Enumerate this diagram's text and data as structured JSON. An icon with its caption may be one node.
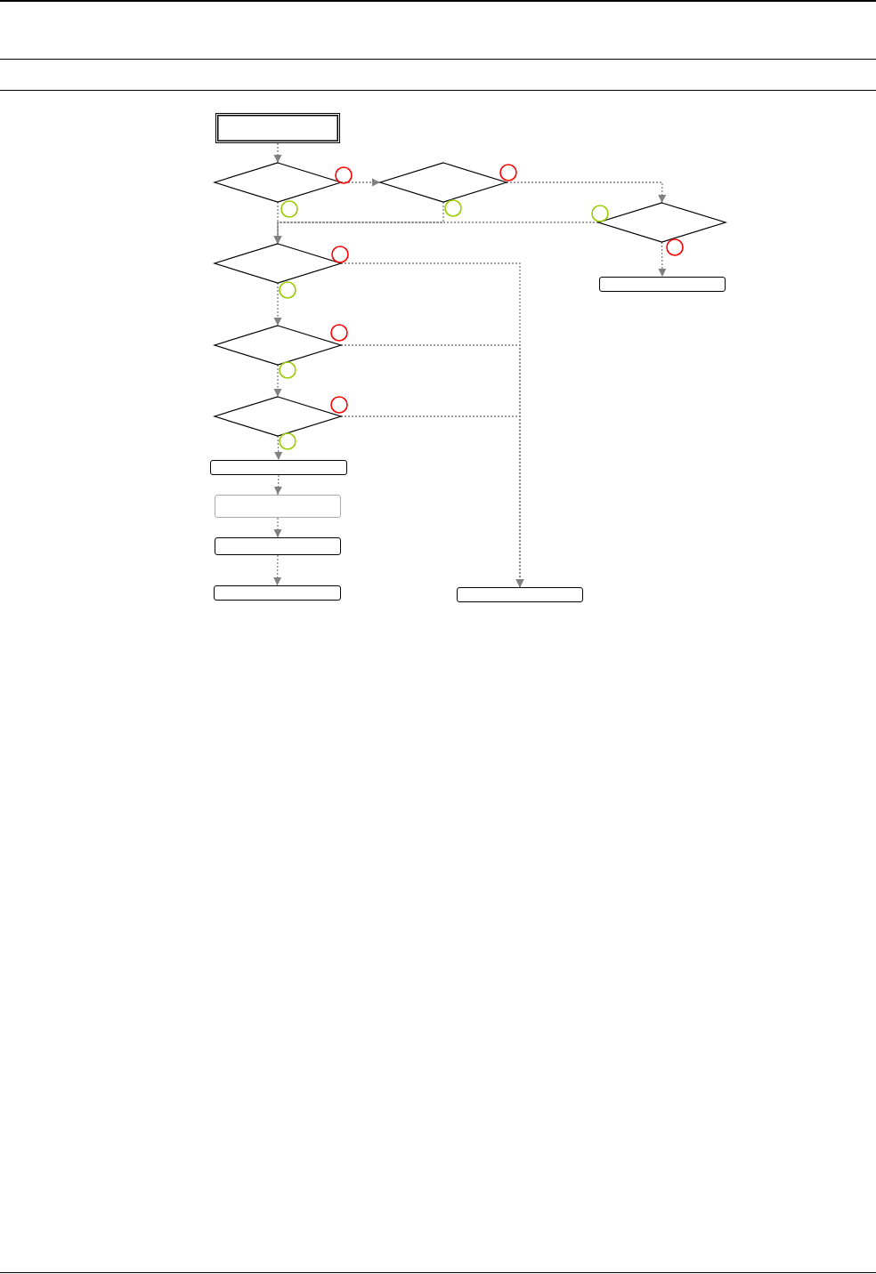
{
  "diagram": {
    "nodes": [
      {
        "text": [],
        "shape": "box"
      },
      {
        "text": [],
        "shape": "diamond"
      },
      {
        "text": [],
        "shape": "diamond"
      },
      {
        "text": [],
        "shape": "diamond"
      },
      {
        "text": [],
        "shape": "box"
      },
      {
        "text": [],
        "shape": "diamond"
      },
      {
        "text": [],
        "shape": "diamond"
      },
      {
        "text": [],
        "shape": "diamond"
      },
      {
        "text": [],
        "shape": "box"
      },
      {
        "text": [],
        "shape": "box"
      },
      {
        "text": [],
        "shape": "box"
      },
      {
        "text": [],
        "shape": "box"
      },
      {
        "text": [],
        "shape": "box"
      }
    ],
    "edges": [
      {
        "from": 0,
        "to": 1,
        "arrow": "to"
      },
      {
        "from": 1,
        "to": 2,
        "arrow": "to"
      },
      {
        "from": 2,
        "to": 3,
        "arrow": "to"
      },
      {
        "from": 1,
        "to": 5,
        "arrow": "to"
      },
      {
        "from": 2,
        "to": 5,
        "arrow": "to"
      },
      {
        "from": 3,
        "to": 5,
        "arrow": "to"
      },
      {
        "from": 3,
        "to": 4,
        "arrow": "to"
      },
      {
        "from": 5,
        "to": 12,
        "arrow": "to"
      },
      {
        "from": 6,
        "to": 12,
        "arrow": "to"
      },
      {
        "from": 7,
        "to": 12,
        "arrow": "to"
      },
      {
        "from": 5,
        "to": 6,
        "arrow": "to"
      },
      {
        "from": 6,
        "to": 7,
        "arrow": "to"
      },
      {
        "from": 7,
        "to": 8,
        "arrow": "to"
      },
      {
        "from": 8,
        "to": 9,
        "arrow": "to"
      },
      {
        "from": 9,
        "to": 10,
        "arrow": "to"
      },
      {
        "from": 10,
        "to": 11,
        "arrow": "to"
      }
    ]
  }
}
